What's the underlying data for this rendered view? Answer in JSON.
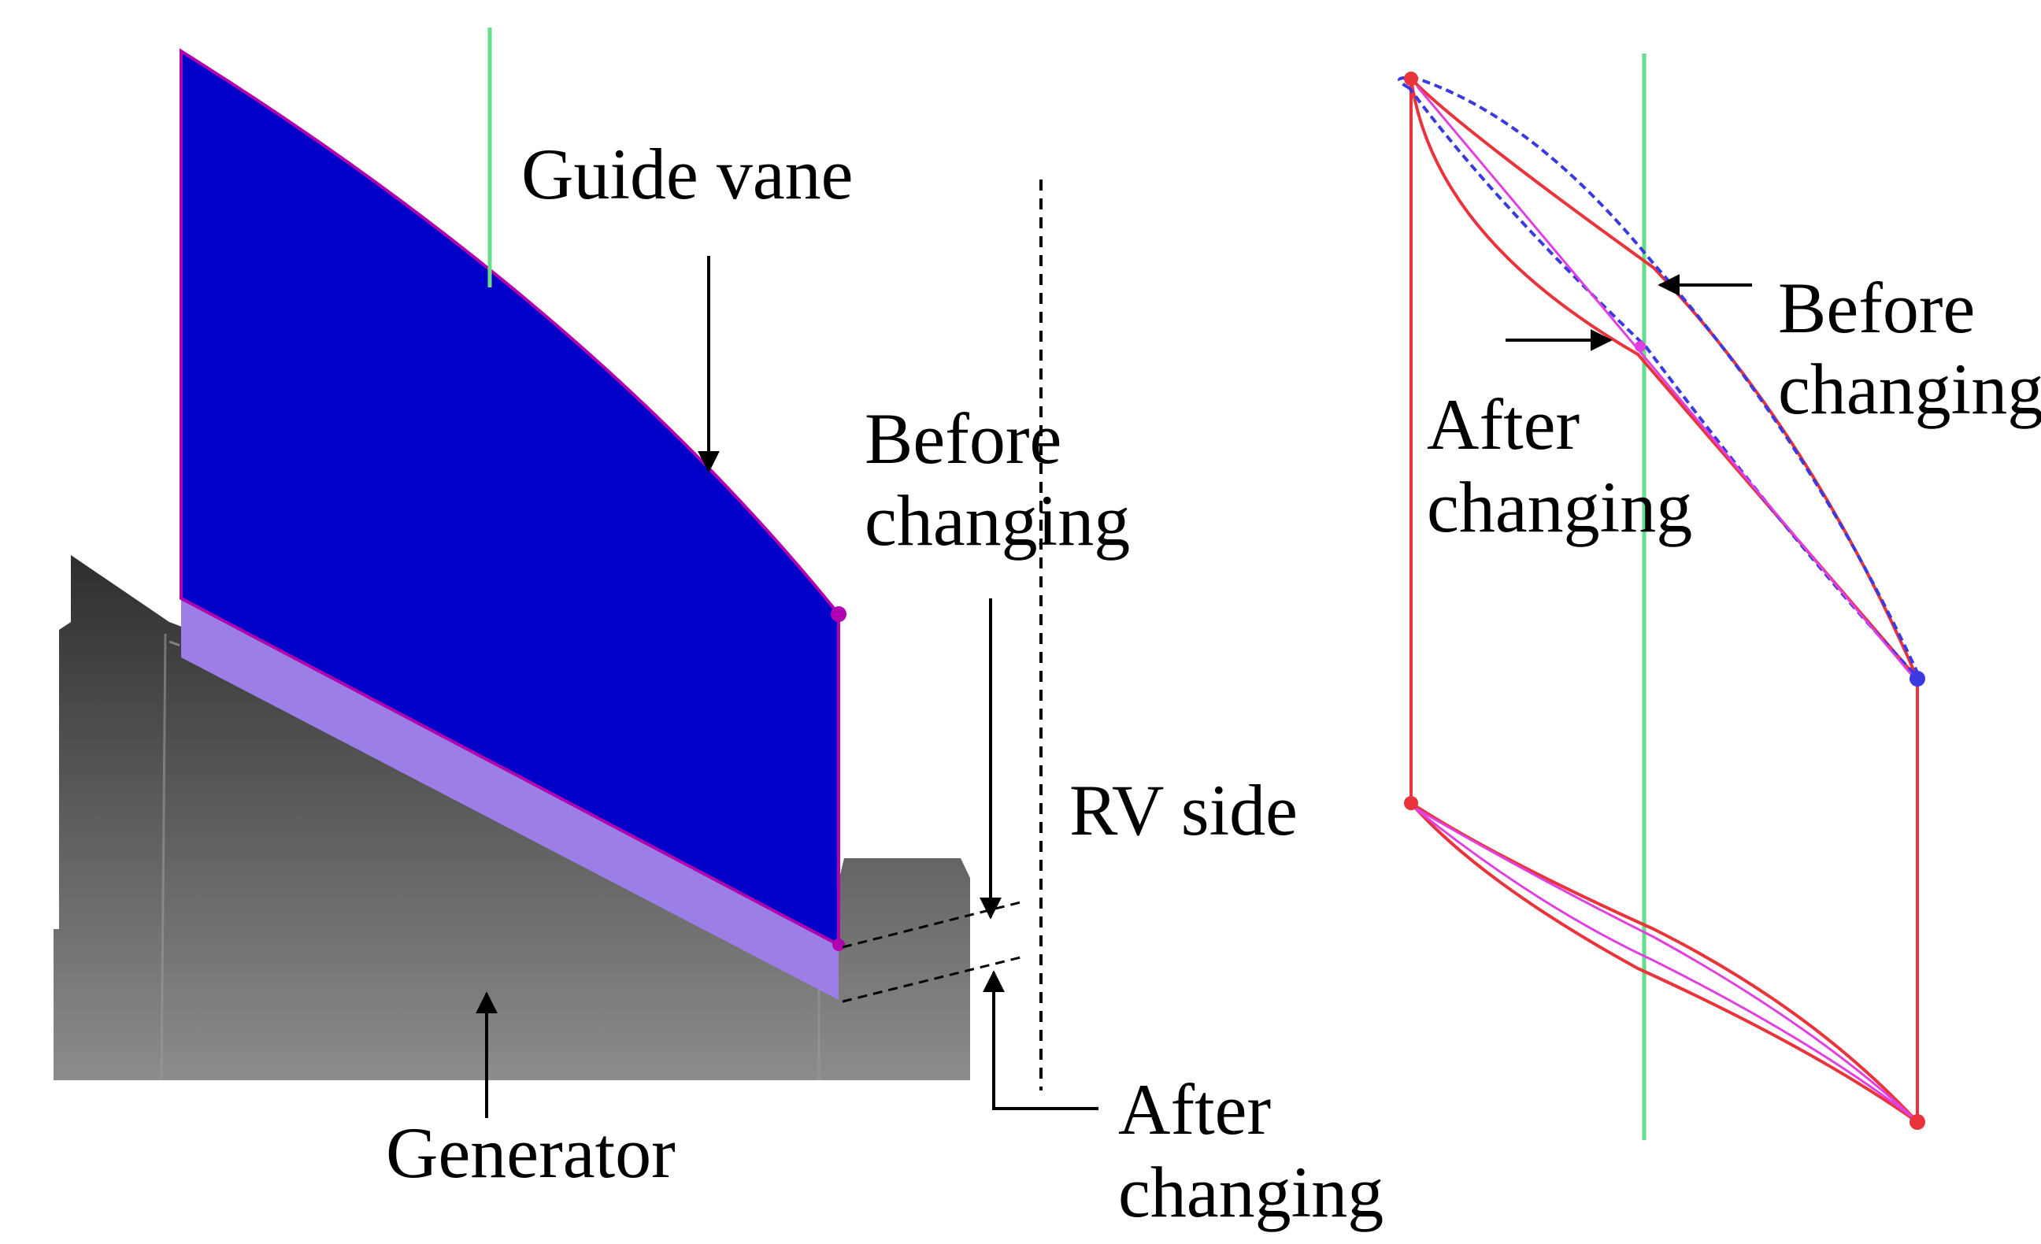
{
  "labels": {
    "guide_vane": "Guide vane",
    "before_changing_left_1": "Before",
    "before_changing_left_2": "changing",
    "rv_side": "RV side",
    "generator": "Generator",
    "after_changing_left_1": "After",
    "after_changing_left_2": "changing",
    "before_changing_right_1": "Before",
    "before_changing_right_2": "changing",
    "after_changing_right_1": "After",
    "after_changing_right_2": "changing"
  },
  "colors": {
    "guide_vane_fill": "#0000c8",
    "guide_vane_extension": "#9b7fe6",
    "generator_dark": "#3a3a3a",
    "generator_light": "#8a8a8a",
    "axis_line": "#66dd88",
    "profile_after": "#e8343a",
    "profile_before": "#3a3ae0",
    "profile_magenta": "#e040e0"
  }
}
